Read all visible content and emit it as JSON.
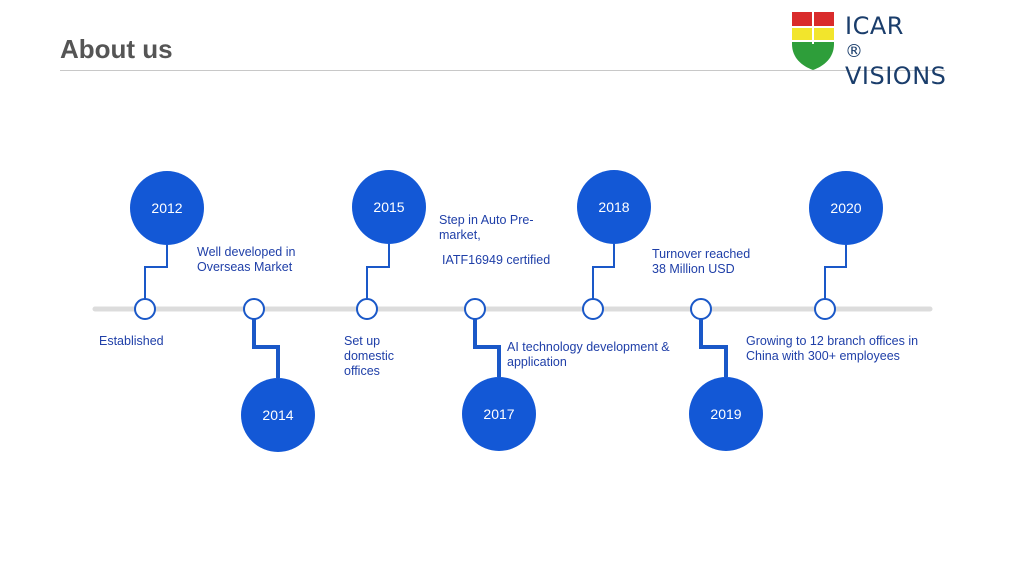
{
  "header": {
    "title": "About us"
  },
  "logo": {
    "line1": "ICAR",
    "reg": "®",
    "line2": "VISIONS"
  },
  "colors": {
    "circle": "#1358d6",
    "stroke": "#1a58c8",
    "line": "#dcdcdc",
    "text": "#1f3fa8",
    "title": "#555555"
  },
  "milestones": [
    {
      "year": "2012",
      "text": "Established"
    },
    {
      "year": "2014",
      "text": "Well developed in Overseas Market"
    },
    {
      "year": "2015",
      "text": "Set up domestic offices"
    },
    {
      "year": "2017",
      "text": "Step in Auto Pre-market,",
      "text2": "IATF16949 certified"
    },
    {
      "year": "2018",
      "text": "AI technology development & application"
    },
    {
      "year": "2019",
      "text": "Turnover reached 38 Million USD"
    },
    {
      "year": "2020",
      "text": "Growing to 12 branch offices in China with 300+ employees"
    }
  ]
}
